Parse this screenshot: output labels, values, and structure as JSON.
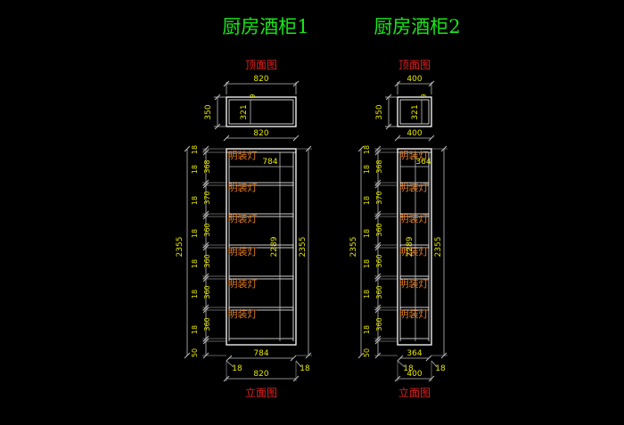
{
  "colors": {
    "background": "#000000",
    "title": "#19e619",
    "view_label": "#e02020",
    "dimension": "#e6e600",
    "lamp_label": "#e07a20",
    "outline": "#ffffff",
    "dim_line": "#bdbdbd"
  },
  "cabinets": [
    {
      "title": "厨房酒柜1",
      "top_view": {
        "label": "顶面图",
        "width": "820",
        "depth_outer": "350",
        "depth_inner": "321",
        "back_thickness": "9",
        "width_below": "820"
      },
      "elevation": {
        "label": "立面图",
        "total_height": "2355",
        "inner_height": "2289",
        "inner_width_top": "784",
        "inner_width_bottom": "784",
        "outer_width": "820",
        "side_left": "18",
        "side_right": "18",
        "plinth": "50",
        "shelf_thickness": "18",
        "compartments": [
          "368",
          "370",
          "360",
          "360",
          "360",
          "360"
        ],
        "lamp_label": "明装灯"
      }
    },
    {
      "title": "厨房酒柜2",
      "top_view": {
        "label": "顶面图",
        "width": "400",
        "depth_outer": "350",
        "depth_inner": "321",
        "back_thickness": "9",
        "width_below": "400"
      },
      "elevation": {
        "label": "立面图",
        "total_height": "2355",
        "inner_height": "2289",
        "inner_width_top": "364",
        "inner_width_bottom": "364",
        "outer_width": "400",
        "side_left": "18",
        "side_right": "18",
        "plinth": "50",
        "shelf_thickness": "18",
        "compartments": [
          "368",
          "370",
          "360",
          "360",
          "360",
          "360"
        ],
        "lamp_label": "明装灯"
      }
    }
  ]
}
